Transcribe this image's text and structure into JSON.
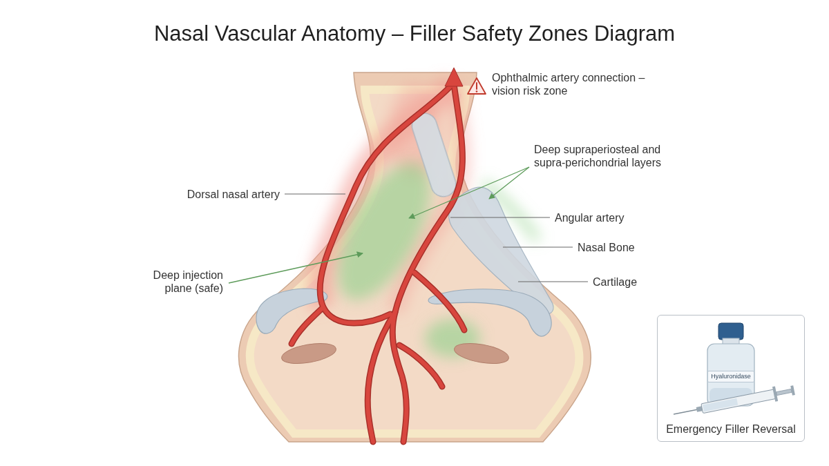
{
  "diagram": {
    "title": "Nasal Vascular Anatomy – Filler Safety Zones Diagram",
    "nodes": [
      {
        "text": [
          "Emergency Filler Reversal"
        ]
      },
      {
        "text": [
          "Hyaluronidase"
        ],
        "in": 0
      }
    ],
    "labels": [
      "Ophthalmic artery connection – vision risk zone",
      "Deep supraperiosteal and supra-perichondrial layers",
      "Dorsal nasal artery",
      "Angular artery",
      "Nasal Bone",
      "Deep injection plane (safe)",
      "Cartilage"
    ]
  }
}
